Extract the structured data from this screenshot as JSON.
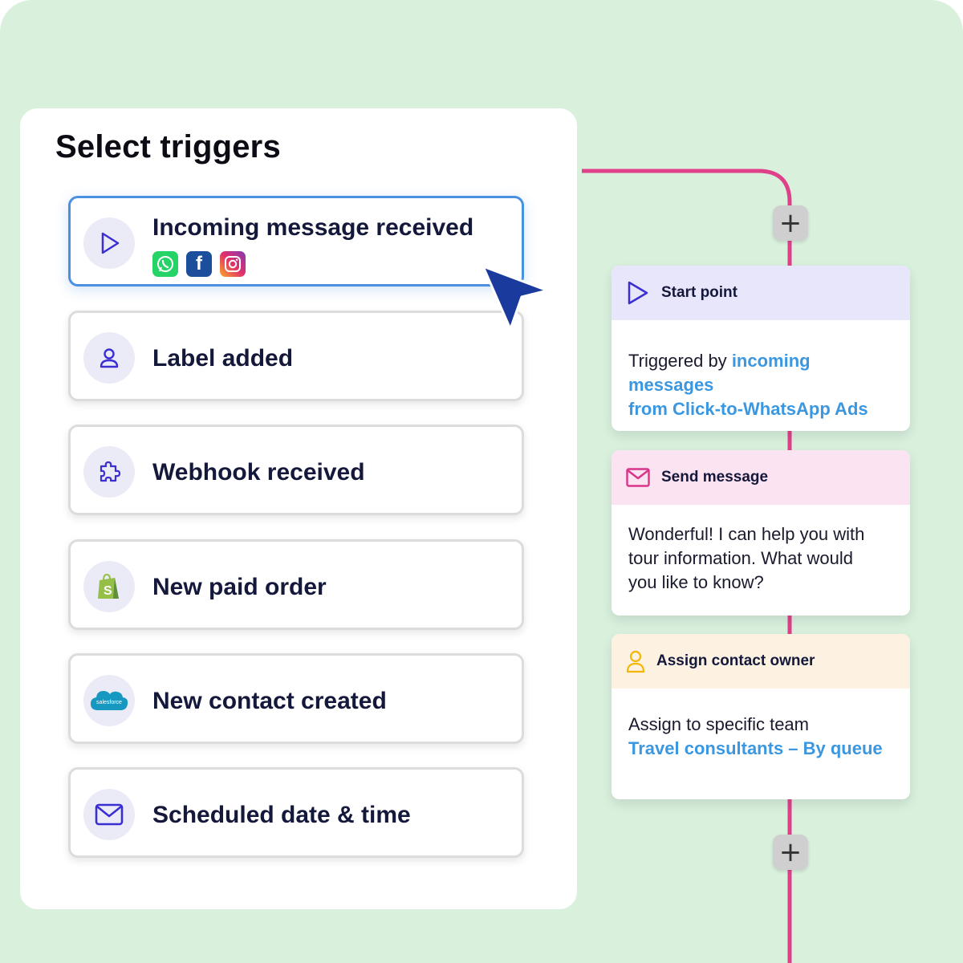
{
  "panel": {
    "title": "Select triggers",
    "triggers": [
      {
        "label": "Incoming message received",
        "icon": "play-icon",
        "channels": [
          "whatsapp-icon",
          "facebook-icon",
          "instagram-icon"
        ]
      },
      {
        "label": "Label added",
        "icon": "user-icon"
      },
      {
        "label": "Webhook received",
        "icon": "puzzle-icon"
      },
      {
        "label": "New paid order",
        "icon": "shopify-icon"
      },
      {
        "label": "New contact created",
        "icon": "salesforce-icon",
        "icon_text": "salesforce"
      },
      {
        "label": "Scheduled date & time",
        "icon": "mail-icon"
      }
    ]
  },
  "flow": {
    "start": {
      "title": "Start point",
      "body_prefix": "Triggered by ",
      "body_link_1": "incoming messages",
      "body_link_2": "from Click-to-WhatsApp Ads"
    },
    "send": {
      "title": "Send message",
      "body_line_1": "Wonderful! I can help you with",
      "body_line_2": "tour information. What would",
      "body_line_3": "you like to know?"
    },
    "assign": {
      "title": "Assign contact owner",
      "body_line_1": "Assign to specific team",
      "body_link": "Travel consultants – By queue"
    },
    "add_symbol": "+"
  },
  "colors": {
    "background": "#d9f0dd",
    "flow_line": "#e0408a",
    "selected_border": "#4a90e2",
    "link": "#3a97e0",
    "start_header": "#e8e6fb",
    "send_header": "#fbe3f1",
    "assign_header": "#fdf2e2",
    "cursor": "#1a3a9e"
  }
}
